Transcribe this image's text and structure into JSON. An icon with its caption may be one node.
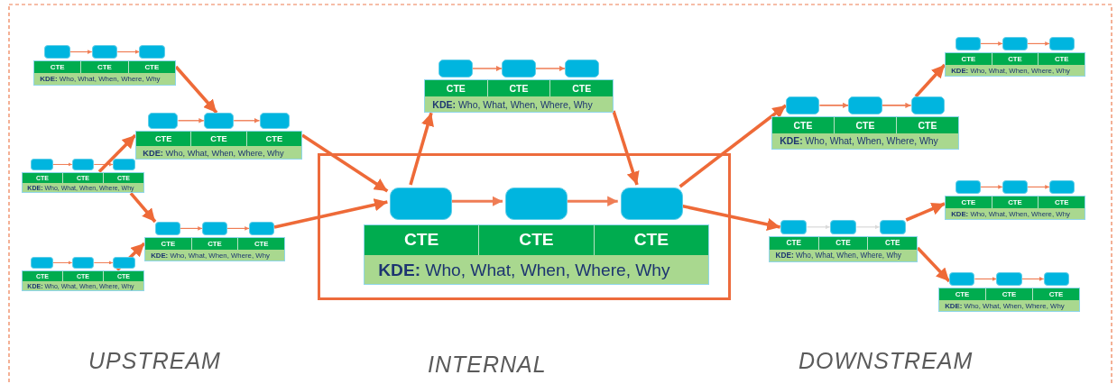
{
  "diagram": {
    "nodes": [
      {
        "text": [
          "CTE",
          "CTE",
          "CTE",
          "**KDE:** Who, What, When, Where, Why"
        ]
      },
      {
        "text": [],
        "shape": "box"
      },
      {
        "text": [],
        "shape": "box"
      },
      {
        "text": [],
        "shape": "box"
      },
      {
        "text": [
          "CTE",
          "CTE",
          "CTE",
          "**KDE:** Who, What, When, Where, Why"
        ]
      },
      {
        "text": [],
        "shape": "box"
      },
      {
        "text": [],
        "shape": "box"
      },
      {
        "text": [],
        "shape": "box"
      },
      {
        "text": [
          "CTE",
          "CTE",
          "CTE",
          "**KDE:** Who, What, When, Where, Why"
        ]
      },
      {
        "text": [],
        "shape": "box"
      },
      {
        "text": [],
        "shape": "box"
      },
      {
        "text": [],
        "shape": "box"
      },
      {
        "text": [
          "CTE",
          "CTE",
          "CTE",
          "**KDE:** Who, What, When, Where, Why"
        ]
      },
      {
        "text": [],
        "shape": "box"
      },
      {
        "text": [],
        "shape": "box"
      },
      {
        "text": [],
        "shape": "box"
      },
      {
        "text": [
          "CTE",
          "CTE",
          "CTE",
          "**KDE:** Who, What, When, Where, Why"
        ]
      },
      {
        "text": [],
        "shape": "box"
      },
      {
        "text": [],
        "shape": "box"
      },
      {
        "text": [],
        "shape": "box"
      },
      {
        "text": [
          "CTE",
          "CTE",
          "CTE",
          "**KDE:** Who, What, When, Where, Why"
        ]
      },
      {
        "text": [],
        "shape": "box"
      },
      {
        "text": [],
        "shape": "box"
      },
      {
        "text": [],
        "shape": "box"
      },
      {
        "text": [],
        "shape": "box"
      },
      {
        "text": [
          "CTE",
          "CTE",
          "CTE",
          "**KDE:** Who, What, When, Where, Why"
        ],
        "in": 24
      },
      {
        "text": [],
        "shape": "box",
        "in": 24
      },
      {
        "text": [],
        "shape": "box",
        "in": 24
      },
      {
        "text": [],
        "shape": "box",
        "in": 24
      },
      {
        "text": [
          "CTE",
          "CTE",
          "CTE",
          "**KDE:** Who, What, When, Where, Why"
        ]
      },
      {
        "text": [],
        "shape": "box"
      },
      {
        "text": [],
        "shape": "box"
      },
      {
        "text": [],
        "shape": "box"
      },
      {
        "text": [
          "CTE",
          "CTE",
          "CTE",
          "**KDE:** Who, What, When, Where, Why"
        ]
      },
      {
        "text": [],
        "shape": "box"
      },
      {
        "text": [],
        "shape": "box"
      },
      {
        "text": [],
        "shape": "box"
      },
      {
        "text": [
          "CTE",
          "CTE",
          "CTE",
          "**KDE:** Who, What, When, Where, Why"
        ]
      },
      {
        "text": [],
        "shape": "box"
      },
      {
        "text": [],
        "shape": "box"
      },
      {
        "text": [],
        "shape": "box"
      },
      {
        "text": [
          "CTE",
          "CTE",
          "CTE",
          "**KDE:** Who, What, When, Where, Why"
        ]
      },
      {
        "text": [],
        "shape": "box"
      },
      {
        "text": [],
        "shape": "box"
      },
      {
        "text": [],
        "shape": "box"
      },
      {
        "text": [
          "CTE",
          "CTE",
          "CTE",
          "**KDE:** Who, What, When, Where, Why"
        ]
      },
      {
        "text": [],
        "shape": "box"
      },
      {
        "text": [],
        "shape": "box"
      },
      {
        "text": [],
        "shape": "box"
      }
    ],
    "edges": [
      {
        "from": 1,
        "to": 2,
        "arrow": "to"
      },
      {
        "from": 2,
        "to": 3,
        "arrow": "to"
      },
      {
        "from": 5,
        "to": 6,
        "arrow": "to"
      },
      {
        "from": 6,
        "to": 7,
        "arrow": "to"
      },
      {
        "from": 9,
        "to": 10,
        "arrow": "to"
      },
      {
        "from": 10,
        "to": 11,
        "arrow": "to"
      },
      {
        "from": 13,
        "to": 14,
        "arrow": "to"
      },
      {
        "from": 14,
        "to": 15,
        "arrow": "to"
      },
      {
        "from": 17,
        "to": 18,
        "arrow": "to"
      },
      {
        "from": 18,
        "to": 19,
        "arrow": "to"
      },
      {
        "from": 21,
        "to": 22,
        "arrow": "to"
      },
      {
        "from": 22,
        "to": 23,
        "arrow": "to"
      },
      {
        "from": 26,
        "to": 27,
        "arrow": "to"
      },
      {
        "from": 27,
        "to": 28,
        "arrow": "to"
      },
      {
        "from": 30,
        "to": 31,
        "arrow": "to"
      },
      {
        "from": 31,
        "to": 32,
        "arrow": "to"
      },
      {
        "from": 34,
        "to": 35,
        "arrow": "to"
      },
      {
        "from": 35,
        "to": 36,
        "arrow": "to"
      },
      {
        "from": 38,
        "to": 39,
        "arrow": "to",
        "color": "#d9d9d9"
      },
      {
        "from": 39,
        "to": 40,
        "arrow": "to",
        "color": "#d9d9d9"
      },
      {
        "from": 42,
        "to": 43,
        "arrow": "to"
      },
      {
        "from": 43,
        "to": 44,
        "arrow": "to"
      },
      {
        "from": 46,
        "to": 47,
        "arrow": "to"
      },
      {
        "from": 47,
        "to": 48,
        "arrow": "to"
      },
      {
        "from": 0,
        "to": 6,
        "arrow": "to",
        "style": "thick"
      },
      {
        "from": 8,
        "to": 4,
        "arrow": "to",
        "style": "thick"
      },
      {
        "from": 8,
        "to": 13,
        "arrow": "to",
        "style": "thick"
      },
      {
        "from": 16,
        "to": 12,
        "arrow": "to",
        "style": "thick"
      },
      {
        "from": 4,
        "to": 26,
        "arrow": "to",
        "style": "thick"
      },
      {
        "from": 15,
        "to": 26,
        "arrow": "to",
        "style": "thick"
      },
      {
        "from": 26,
        "to": 20,
        "arrow": "to",
        "style": "thick"
      },
      {
        "from": 20,
        "to": 28,
        "arrow": "to",
        "style": "thick"
      },
      {
        "from": 28,
        "to": 30,
        "arrow": "to",
        "style": "thick"
      },
      {
        "from": 28,
        "to": 38,
        "arrow": "to",
        "style": "thick"
      },
      {
        "from": 32,
        "to": 33,
        "arrow": "to",
        "style": "thick"
      },
      {
        "from": 40,
        "to": 41,
        "arrow": "to",
        "style": "thick"
      },
      {
        "from": 37,
        "to": 46,
        "arrow": "to",
        "style": "thick"
      }
    ],
    "labels": [
      "UPSTREAM",
      "INTERNAL",
      "DOWNSTREAM"
    ]
  }
}
